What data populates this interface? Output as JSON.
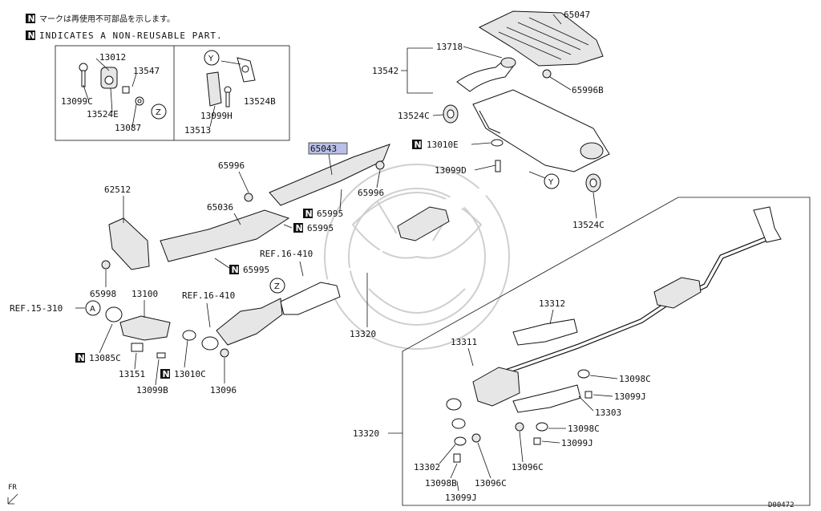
{
  "header": {
    "jp_note": "マークは再使用不可部品を示します。",
    "en_note": "INDICATES A NON-REUSABLE PART.",
    "n_mark": "N"
  },
  "circle_marks": {
    "a": "A",
    "y": "Y",
    "z": "Z"
  },
  "labels": {
    "p13012": "13012",
    "p13547": "13547",
    "p13099c": "13099C",
    "p13524e": "13524E",
    "p13087": "13087",
    "p13524b": "13524B",
    "p13099h": "13099H",
    "p13513": "13513",
    "p65047": "65047",
    "p13718": "13718",
    "p13542": "13542",
    "p65996b": "65996B",
    "p13524c_top": "13524C",
    "p13010e": "13010E",
    "p13099d": "13099D",
    "p13524c_right": "13524C",
    "p65043": "65043",
    "p65996_a": "65996",
    "p65996_b": "65996",
    "p62512": "62512",
    "p65036": "65036",
    "p65995_a": "65995",
    "p65995_b": "65995",
    "p65995_c": "65995",
    "ref_16_410_a": "REF.16-410",
    "ref_16_410_b": "REF.16-410",
    "ref_15_310": "REF.15-310",
    "p65998": "65998",
    "p13100": "13100",
    "p13085c": "13085C",
    "p13151": "13151",
    "p13010c": "13010C",
    "p13099b": "13099B",
    "p13096": "13096",
    "p13320_a": "13320",
    "p13320_b": "13320",
    "p13312": "13312",
    "p13311": "13311",
    "p13098c_a": "13098C",
    "p13099j_a": "13099J",
    "p13303": "13303",
    "p13098c_b": "13098C",
    "p13099j_b": "13099J",
    "p13096c_a": "13096C",
    "p13302": "13302",
    "p13098b": "13098B",
    "p13096c_b": "13096C",
    "p13099j_c": "13099J",
    "fr": "FR",
    "doc_id": "D00472"
  }
}
